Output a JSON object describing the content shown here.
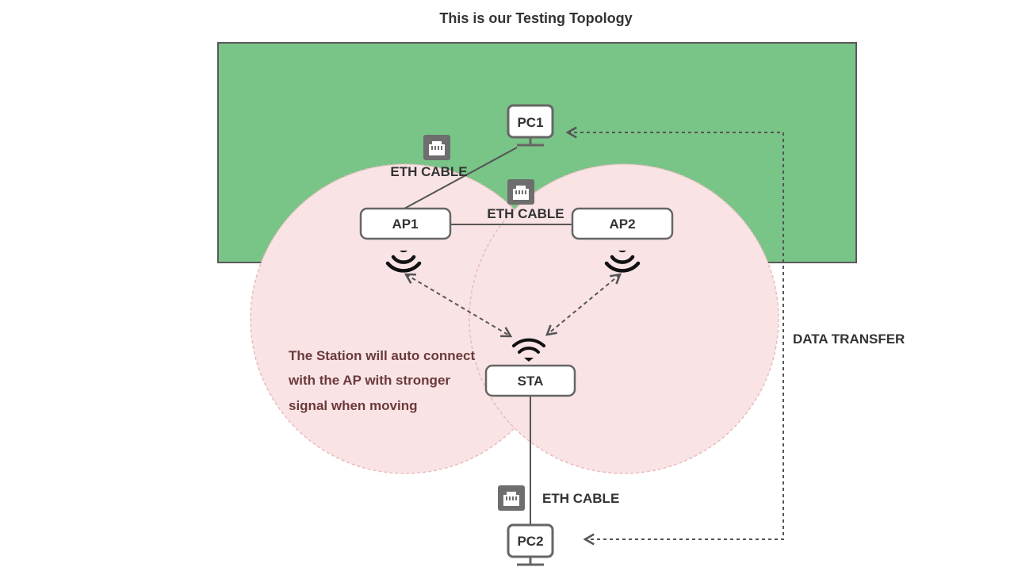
{
  "title": "This is our Testing Topology",
  "nodes": {
    "pc1": "PC1",
    "pc2": "PC2",
    "ap1": "AP1",
    "ap2": "AP2",
    "sta": "STA"
  },
  "cables": {
    "pc1_ap1": "ETH CABLE",
    "ap1_ap2": "ETH CABLE",
    "sta_pc2": "ETH CABLE"
  },
  "data_transfer": "DATA TRANSFER",
  "note_lines": [
    "The Station will auto connect",
    "with the AP with stronger",
    "signal when moving"
  ],
  "icons": {
    "ethernet": "ethernet-port-icon",
    "wifi_ap": "wifi-signal-icon",
    "wifi_sta": "wifi-icon",
    "monitor": "monitor-icon"
  },
  "colors": {
    "zone": "#79c487",
    "coverage": "#f9e3e5",
    "node_stroke": "#666666",
    "text": "#333333",
    "note_text": "#6b3a3a"
  }
}
